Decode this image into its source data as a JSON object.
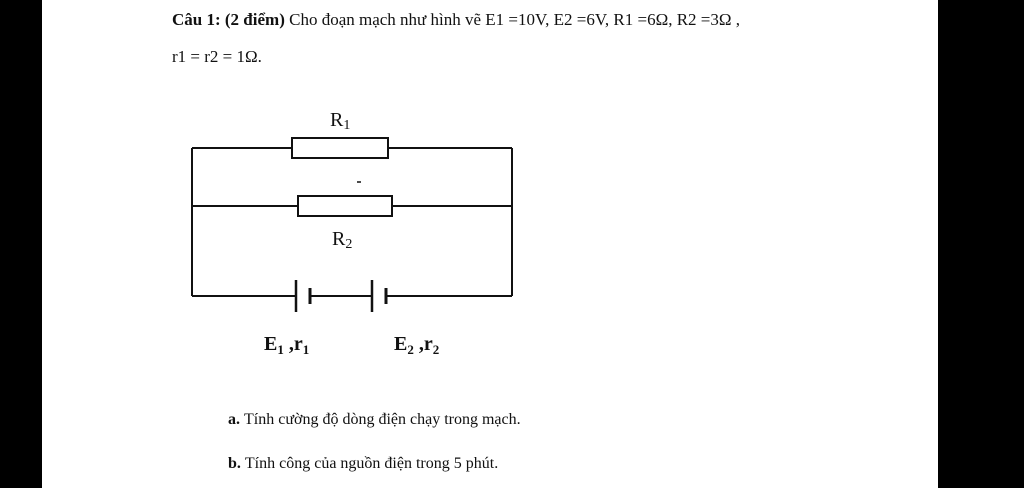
{
  "question": {
    "title": "Câu 1: (2 điểm)",
    "text": "Cho đoạn mạch như hình vẽ E1 =10V, E2 =6V, R1 =6Ω, R2 =3Ω ,",
    "text2": "r1 = r2 = 1Ω."
  },
  "circuit": {
    "r1_label": "R",
    "r1_sub": "1",
    "r2_label": "R",
    "r2_sub": "2",
    "source1_E": "E",
    "source1_E_sub": "1",
    "source1_sep": " ,",
    "source1_r": "r",
    "source1_r_sub": "1",
    "source2_E": "E",
    "source2_E_sub": "2",
    "source2_sep": " ,",
    "source2_r": "r",
    "source2_r_sub": "2"
  },
  "parts": [
    {
      "label": "a.",
      "text": "Tính cường độ dòng điện chạy trong mạch."
    },
    {
      "label": "b.",
      "text": "Tính công của nguồn điện trong 5 phút."
    }
  ]
}
